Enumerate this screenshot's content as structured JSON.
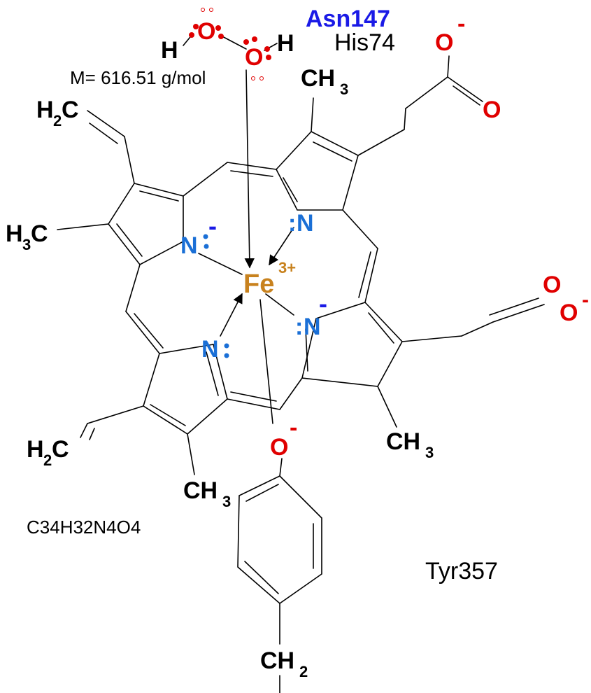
{
  "labels": {
    "asn": "Asn147",
    "his": "His74",
    "tyr": "Tyr357",
    "mass": "M= 616.51 g/mol",
    "formula": "C34H32N4O4",
    "fe": "Fe",
    "fe_charge": "3+",
    "neg": "-",
    "h": "H",
    "o": "O",
    "c": "C",
    "n": "N",
    "ch": "CH",
    "h3": "H",
    "sub2": "2",
    "sub3": "3",
    "n_lone_left": "N",
    "n_colon": ":"
  },
  "colors": {
    "oxygen": "#e00000",
    "nitrogen": "#1a6fd6",
    "iron": "#c8821e",
    "asn": "#1a1ae6",
    "bond": "#000000"
  }
}
